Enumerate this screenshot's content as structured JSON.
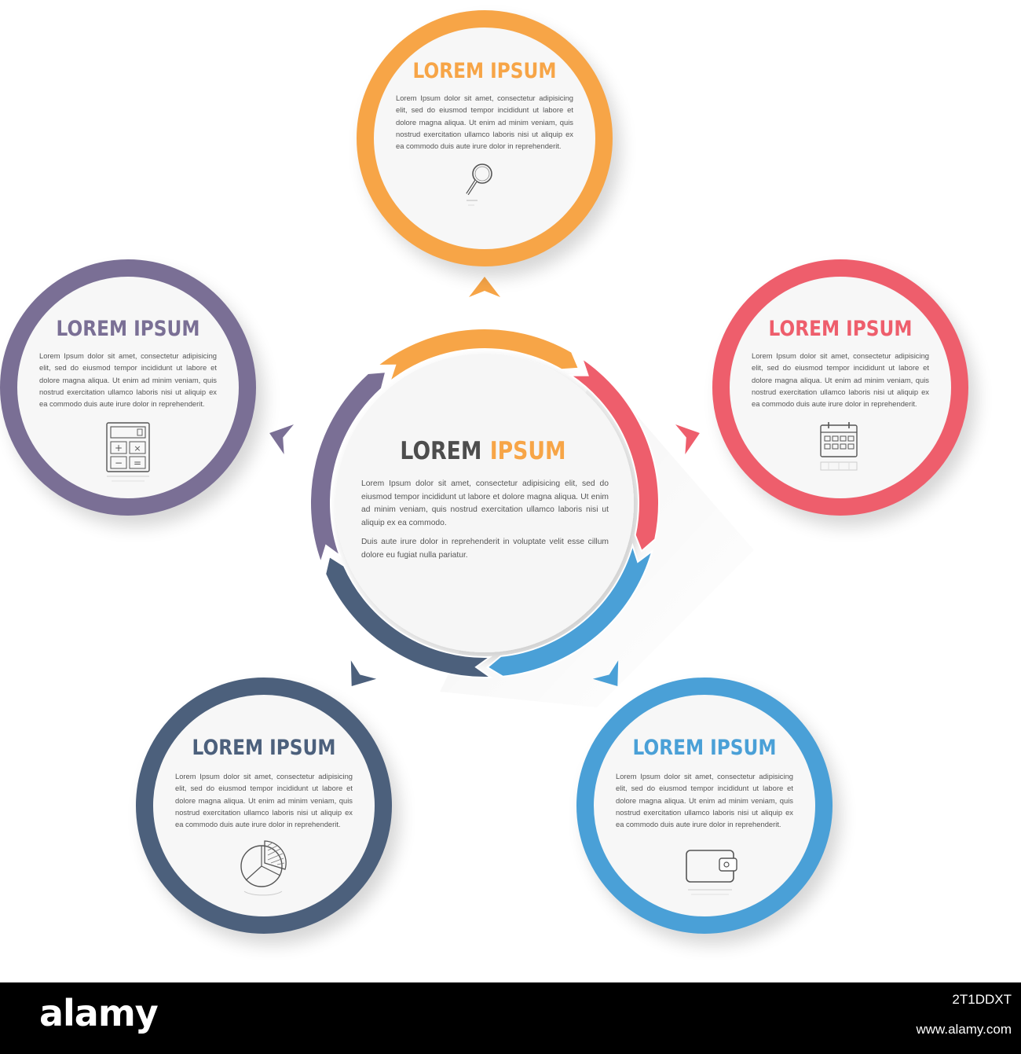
{
  "colors": {
    "orange": "#f7a547",
    "red": "#ee5e6c",
    "blue": "#4aa0d7",
    "navy": "#4c607c",
    "purple": "#7a6f95"
  },
  "center": {
    "title_part1": "LOREM",
    "title_part2": "IPSUM",
    "paragraph1": "Lorem Ipsum dolor sit amet, consectetur adipisicing elit, sed do eiusmod tempor incididunt ut labore et dolore magna aliqua. Ut enim ad minim veniam, quis nostrud exercitation ullamco laboris nisi ut aliquip ex ea commodo.",
    "paragraph2": "Duis aute irure dolor in reprehenderit in voluptate velit esse cillum dolore eu fugiat nulla pariatur."
  },
  "nodes": [
    {
      "title": "LOREM IPSUM",
      "text": "Lorem Ipsum dolor sit amet, consectetur adipisicing elit, sed do eiusmod tempor incididunt ut labore et dolore magna aliqua. Ut enim ad minim veniam, quis nostrud exercitation ullamco laboris nisi ut aliquip ex ea commodo duis aute irure dolor in reprehenderit.",
      "icon": "magnifier-icon",
      "color": "orange"
    },
    {
      "title": "LOREM IPSUM",
      "text": "Lorem Ipsum dolor sit amet, consectetur adipisicing elit, sed do eiusmod tempor incididunt ut labore et dolore magna aliqua. Ut enim ad minim veniam, quis nostrud exercitation ullamco laboris nisi ut aliquip ex ea commodo duis aute irure dolor in reprehenderit.",
      "icon": "calendar-icon",
      "color": "red"
    },
    {
      "title": "LOREM IPSUM",
      "text": "Lorem Ipsum dolor sit amet, consectetur adipisicing elit, sed do eiusmod tempor incididunt ut labore et dolore magna aliqua. Ut enim ad minim veniam, quis nostrud exercitation ullamco laboris nisi ut aliquip ex ea commodo duis aute irure dolor in reprehenderit.",
      "icon": "wallet-icon",
      "color": "blue"
    },
    {
      "title": "LOREM IPSUM",
      "text": "Lorem Ipsum dolor sit amet, consectetur adipisicing elit, sed do eiusmod tempor incididunt ut labore et dolore magna aliqua. Ut enim ad minim veniam, quis nostrud exercitation ullamco laboris nisi ut aliquip ex ea commodo duis aute irure dolor in reprehenderit.",
      "icon": "pie-chart-icon",
      "color": "navy"
    },
    {
      "title": "LOREM IPSUM",
      "text": "Lorem Ipsum dolor sit amet, consectetur adipisicing elit, sed do eiusmod tempor incididunt ut labore et dolore magna aliqua. Ut enim ad minim veniam, quis nostrud exercitation ullamco laboris nisi ut aliquip ex ea commodo duis aute irure dolor in reprehenderit.",
      "icon": "calculator-icon",
      "color": "purple"
    }
  ],
  "stock": {
    "logo": "alamy",
    "image_id": "2T1DDXT",
    "url": "www.alamy.com"
  }
}
